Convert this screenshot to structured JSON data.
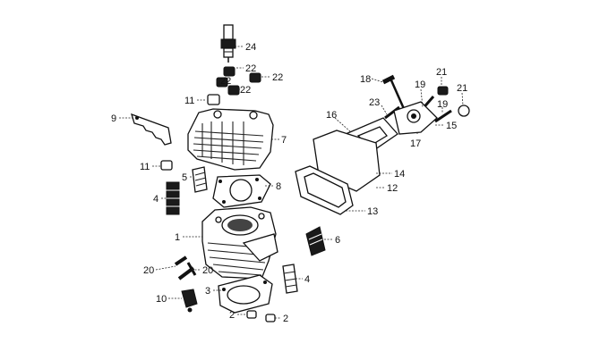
{
  "labels": [
    "24",
    "22",
    "22",
    "22",
    "22",
    "11",
    "9",
    "7",
    "11",
    "5",
    "8",
    "4",
    "1",
    "6",
    "20",
    "20",
    "10",
    "3",
    "4",
    "2",
    "2",
    "18",
    "21",
    "19",
    "23",
    "21",
    "19",
    "16",
    "15",
    "17",
    "14",
    "12",
    "13"
  ],
  "colors": {
    "ink": "#111111",
    "paper": "#ffffff"
  }
}
